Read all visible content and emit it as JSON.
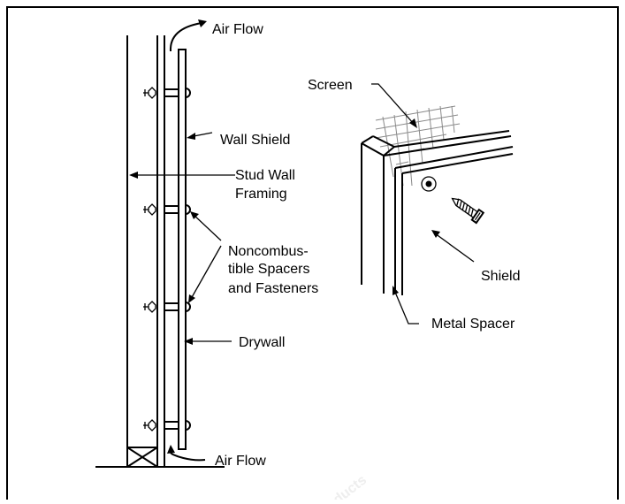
{
  "labels": {
    "air_flow_top": "Air Flow",
    "screen": "Screen",
    "wall_shield": "Wall Shield",
    "stud_wall_line1": "Stud Wall",
    "stud_wall_line2": "Framing",
    "spacers_line1": "Noncombus-",
    "spacers_line2": "tible Spacers",
    "spacers_line3": "and Fasteners",
    "shield": "Shield",
    "metal_spacer": "Metal Spacer",
    "drywall": "Drywall",
    "air_flow_bottom": "Air Flow"
  },
  "watermark": "ducts",
  "colors": {
    "line": "#000000",
    "screen_mesh": "#8a8a8a",
    "watermark": "#eeeeee"
  }
}
